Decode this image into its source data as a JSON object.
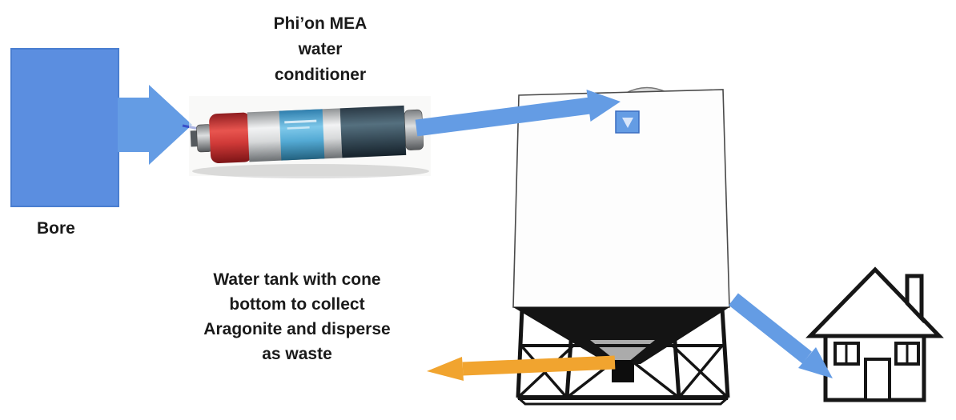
{
  "diagram": {
    "bore": {
      "label": "Bore"
    },
    "conditioner": {
      "label": "Phi’on MEA\nwater\nconditioner"
    },
    "tank": {
      "label": "Water tank with cone\nbottom to collect\nAragonite and disperse\nas waste"
    },
    "colors": {
      "flow_blue": "#649ce4",
      "bore_blue": "#5b8ee0",
      "waste_orange": "#f1a42f",
      "ink": "#1a1a1a",
      "tank_outline": "#4a4a4a"
    }
  }
}
